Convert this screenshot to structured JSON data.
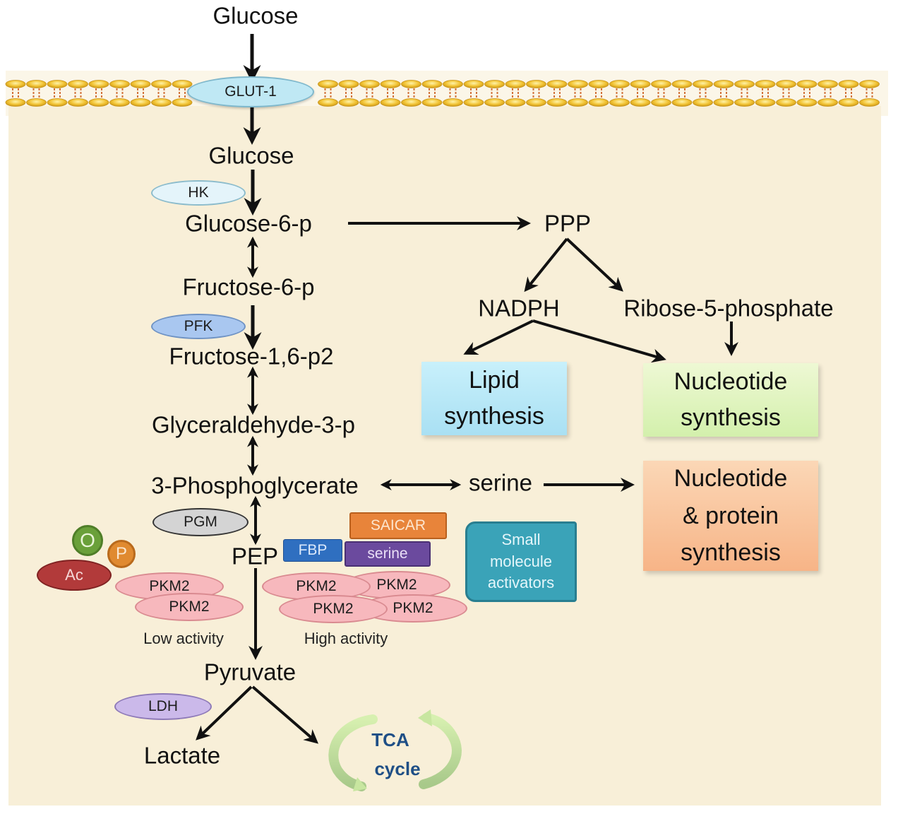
{
  "title": "Glycolysis and PKM2 regulation in cancer cell metabolism",
  "outside": {
    "glucose": "Glucose"
  },
  "membrane": {
    "transporter": "GLUT-1"
  },
  "glycolysis": {
    "glucose": "Glucose",
    "glucose_6_p": "Glucose-6-p",
    "fructose_6_p": "Fructose-6-p",
    "fructose_1_6_p2": "Fructose-1,6-p2",
    "glyceraldehyde_3_p": "Glyceraldehyde-3-p",
    "phosphoglycerate_3": "3-Phosphoglycerate",
    "pep": "PEP",
    "pyruvate": "Pyruvate",
    "lactate": "Lactate"
  },
  "enzymes": {
    "hk": "HK",
    "pfk": "PFK",
    "pgm": "PGM",
    "ldh": "LDH"
  },
  "ppp": {
    "label": "PPP",
    "nadph": "NADPH",
    "ribose": "Ribose-5-phosphate"
  },
  "serine_branch": {
    "serine": "serine"
  },
  "outputs": {
    "lipid": [
      "Lipid",
      "synthesis"
    ],
    "nucleotide": [
      "Nucleotide",
      "synthesis"
    ],
    "nucleotide_protein": [
      "Nucleotide",
      "& protein",
      "synthesis"
    ]
  },
  "pkm2": {
    "unit_label": "PKM2",
    "inhibitors": {
      "o": "O",
      "p": "P",
      "ac": "Ac"
    },
    "activators": {
      "fbp": "FBP",
      "saicar": "SAICAR",
      "serine": "serine"
    },
    "small_molecule": [
      "Small",
      "molecule",
      "activators"
    ],
    "low_activity": "Low activity",
    "high_activity": "High activity"
  },
  "tca": [
    "TCA",
    "cycle"
  ],
  "colors": {
    "cytoplasm": "#f8efd8",
    "membrane": "#e8b820",
    "glut1": "#bfe8f4",
    "hk": "#e4f4fa",
    "pfk": "#a9c7f0",
    "pgm": "#d4d4d4",
    "ldh": "#cbb9ea",
    "pkm2": "#f7b8bd",
    "lipid_box": "#b9e9f7",
    "nucleotide_box": "#e2f5c2",
    "nucleotide_protein_box": "#f9c59b",
    "fbp": "#2f6fc0",
    "saicar": "#e8843a",
    "serine_tag": "#6b4a9e",
    "small_molecule": "#3aa3b8",
    "o_mark": "#6aa03a",
    "p_mark": "#e08a30",
    "ac_mark": "#b23a3a",
    "tca_text": "#1f4f86",
    "tca_arrow": "#c9e7a0"
  }
}
